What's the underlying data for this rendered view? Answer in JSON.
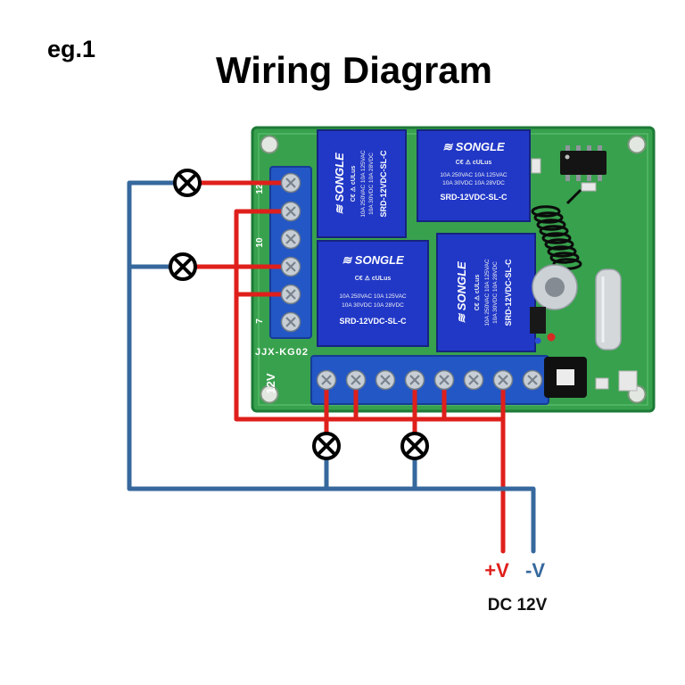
{
  "example_label": "eg.1",
  "title": "Wiring Diagram",
  "board": {
    "silkscreen_model": "JJX-KG02",
    "silkscreen_voltage": "12V",
    "left_terminal_labels": [
      "12",
      "10",
      "7"
    ],
    "relay": {
      "brand_line": "≋ SONGLE",
      "cert_line": "C€  ⚠  cULus",
      "spec_line1": "10A 250VAC  10A 125VAC",
      "spec_line2": "10A  30VDC  10A  28VDC",
      "part_number": "SRD-12VDC-SL-C"
    }
  },
  "power": {
    "positive_label": "+V",
    "negative_label": "-V",
    "supply_label": "DC 12V"
  },
  "colors": {
    "wire_positive": "#df1f1b",
    "wire_negative": "#36689d",
    "board": "#38a14d",
    "relay": "#2138c7",
    "terminal_block": "#2357c5"
  }
}
